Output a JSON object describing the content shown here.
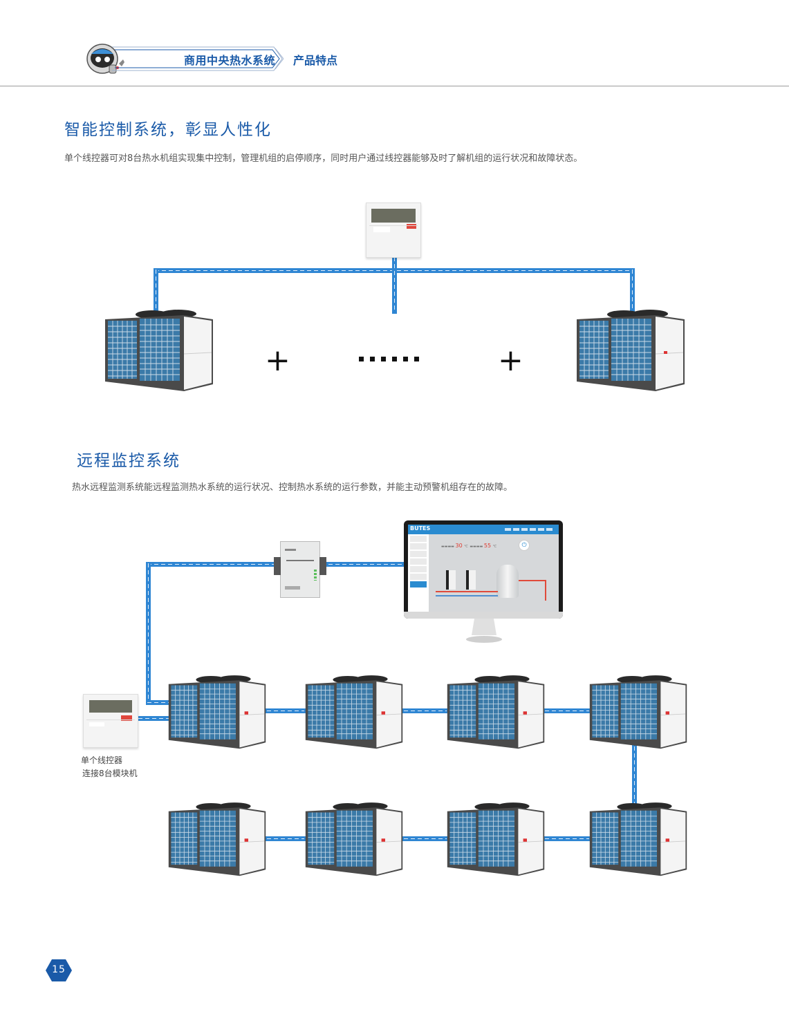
{
  "header": {
    "series_title": "商用中央热水系统",
    "section_title": "产品特点",
    "mascot_icon": "astronaut-mascot"
  },
  "section1": {
    "heading": "智能控制系统，彰显人性化",
    "description": "单个线控器可对8台热水机组实现集中控制，管理机组的启停顺序，同时用户通过线控器能够及时了解机组的运行状况和故障状态。",
    "diagram": {
      "controller": "wired-controller",
      "plus_symbol": "+",
      "ellipsis": "······",
      "units_shown": 2
    }
  },
  "section2": {
    "heading": "远程监控系统",
    "description": "热水远程监测系统能远程监测热水系统的运行状况、控制热水系统的运行参数，并能主动预警机组存在的故障。",
    "monitor": {
      "brand": "BUTES",
      "inlet_temp": "30",
      "outlet_temp": "55",
      "unit_symbol": "℃"
    },
    "controller_caption_line1": "单个线控器",
    "controller_caption_line2": "连接8台模块机",
    "units_count": 8
  },
  "colors": {
    "brand_blue": "#1a5aa8",
    "line_blue": "#2f86d3",
    "text_gray": "#555555"
  },
  "footer": {
    "page_number": "15"
  }
}
